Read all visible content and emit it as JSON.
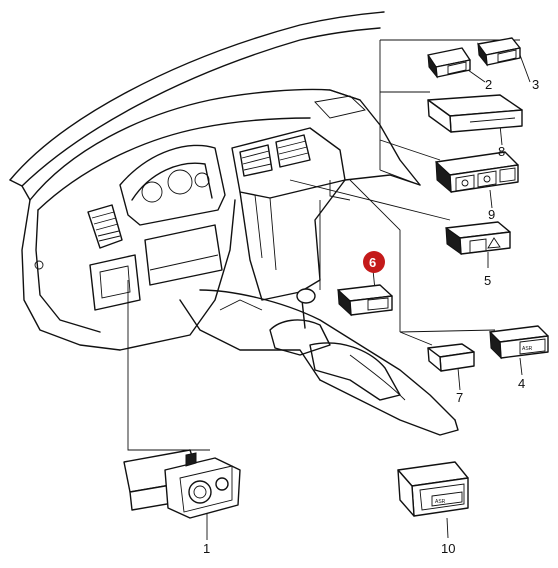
{
  "callouts": {
    "c1": "1",
    "c2": "2",
    "c3": "3",
    "c4": "4",
    "c5": "5",
    "c6": "6",
    "c7": "7",
    "c8": "8",
    "c9": "9",
    "c10": "10"
  },
  "switch_text": {
    "asr": "ASR",
    "asr_small": "ASR"
  },
  "highlight_color": "#c41a1a"
}
